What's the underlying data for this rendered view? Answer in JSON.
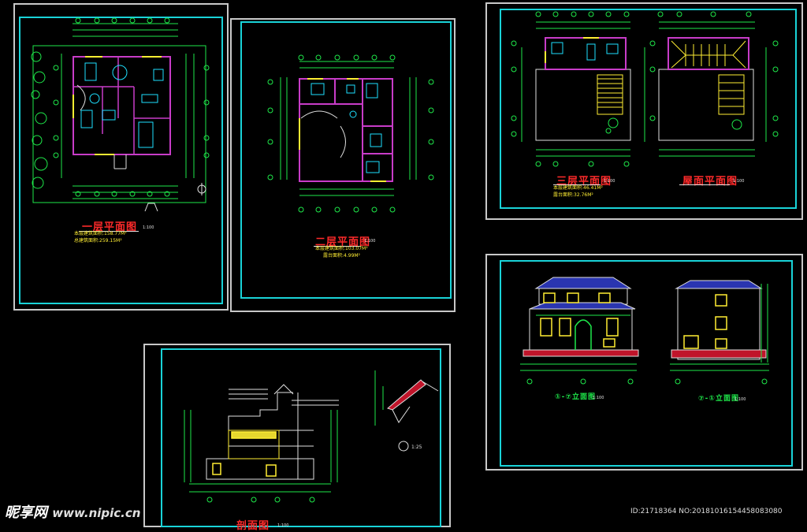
{
  "drawings": {
    "floor1": {
      "title": "一层平面图",
      "scale": "1:100",
      "area_built": "本层建筑面积:158.77M²",
      "area_total": "总建筑面积:259.15M²"
    },
    "floor2": {
      "title": "二层平面图",
      "scale": "1:100",
      "area_built": "本层建筑面积:103.07M²",
      "area_balcony": "露台面积:4.99M²"
    },
    "floor3": {
      "title": "三层平面图",
      "scale": "1:100",
      "area_built": "本层建筑面积:46.41M²",
      "area_balcony": "露台面积:32.76M²"
    },
    "roof": {
      "title": "屋面平面图",
      "scale": "1:100"
    },
    "elev1": {
      "title": "①-⑦立面图",
      "scale": "1:100"
    },
    "elev2": {
      "title": "⑦-①立面图",
      "scale": "1:100"
    },
    "section": {
      "title": "剖面图",
      "scale": "1:100"
    },
    "detail": {
      "label": "1:25"
    }
  },
  "watermark": {
    "logo_cn": "昵享网",
    "site": "www.nipic.cn",
    "id_text": "ID:21718364 NO:20181016154458083080"
  },
  "colors": {
    "background": "#000000",
    "sheet_border": "#c8c8c8",
    "frame": "#19d3d8",
    "title": "#ff2a2a",
    "dimension": "#1ee84a",
    "wall": "#c83cc8",
    "furniture": "#1ee0ff",
    "note": "#ffee33"
  }
}
